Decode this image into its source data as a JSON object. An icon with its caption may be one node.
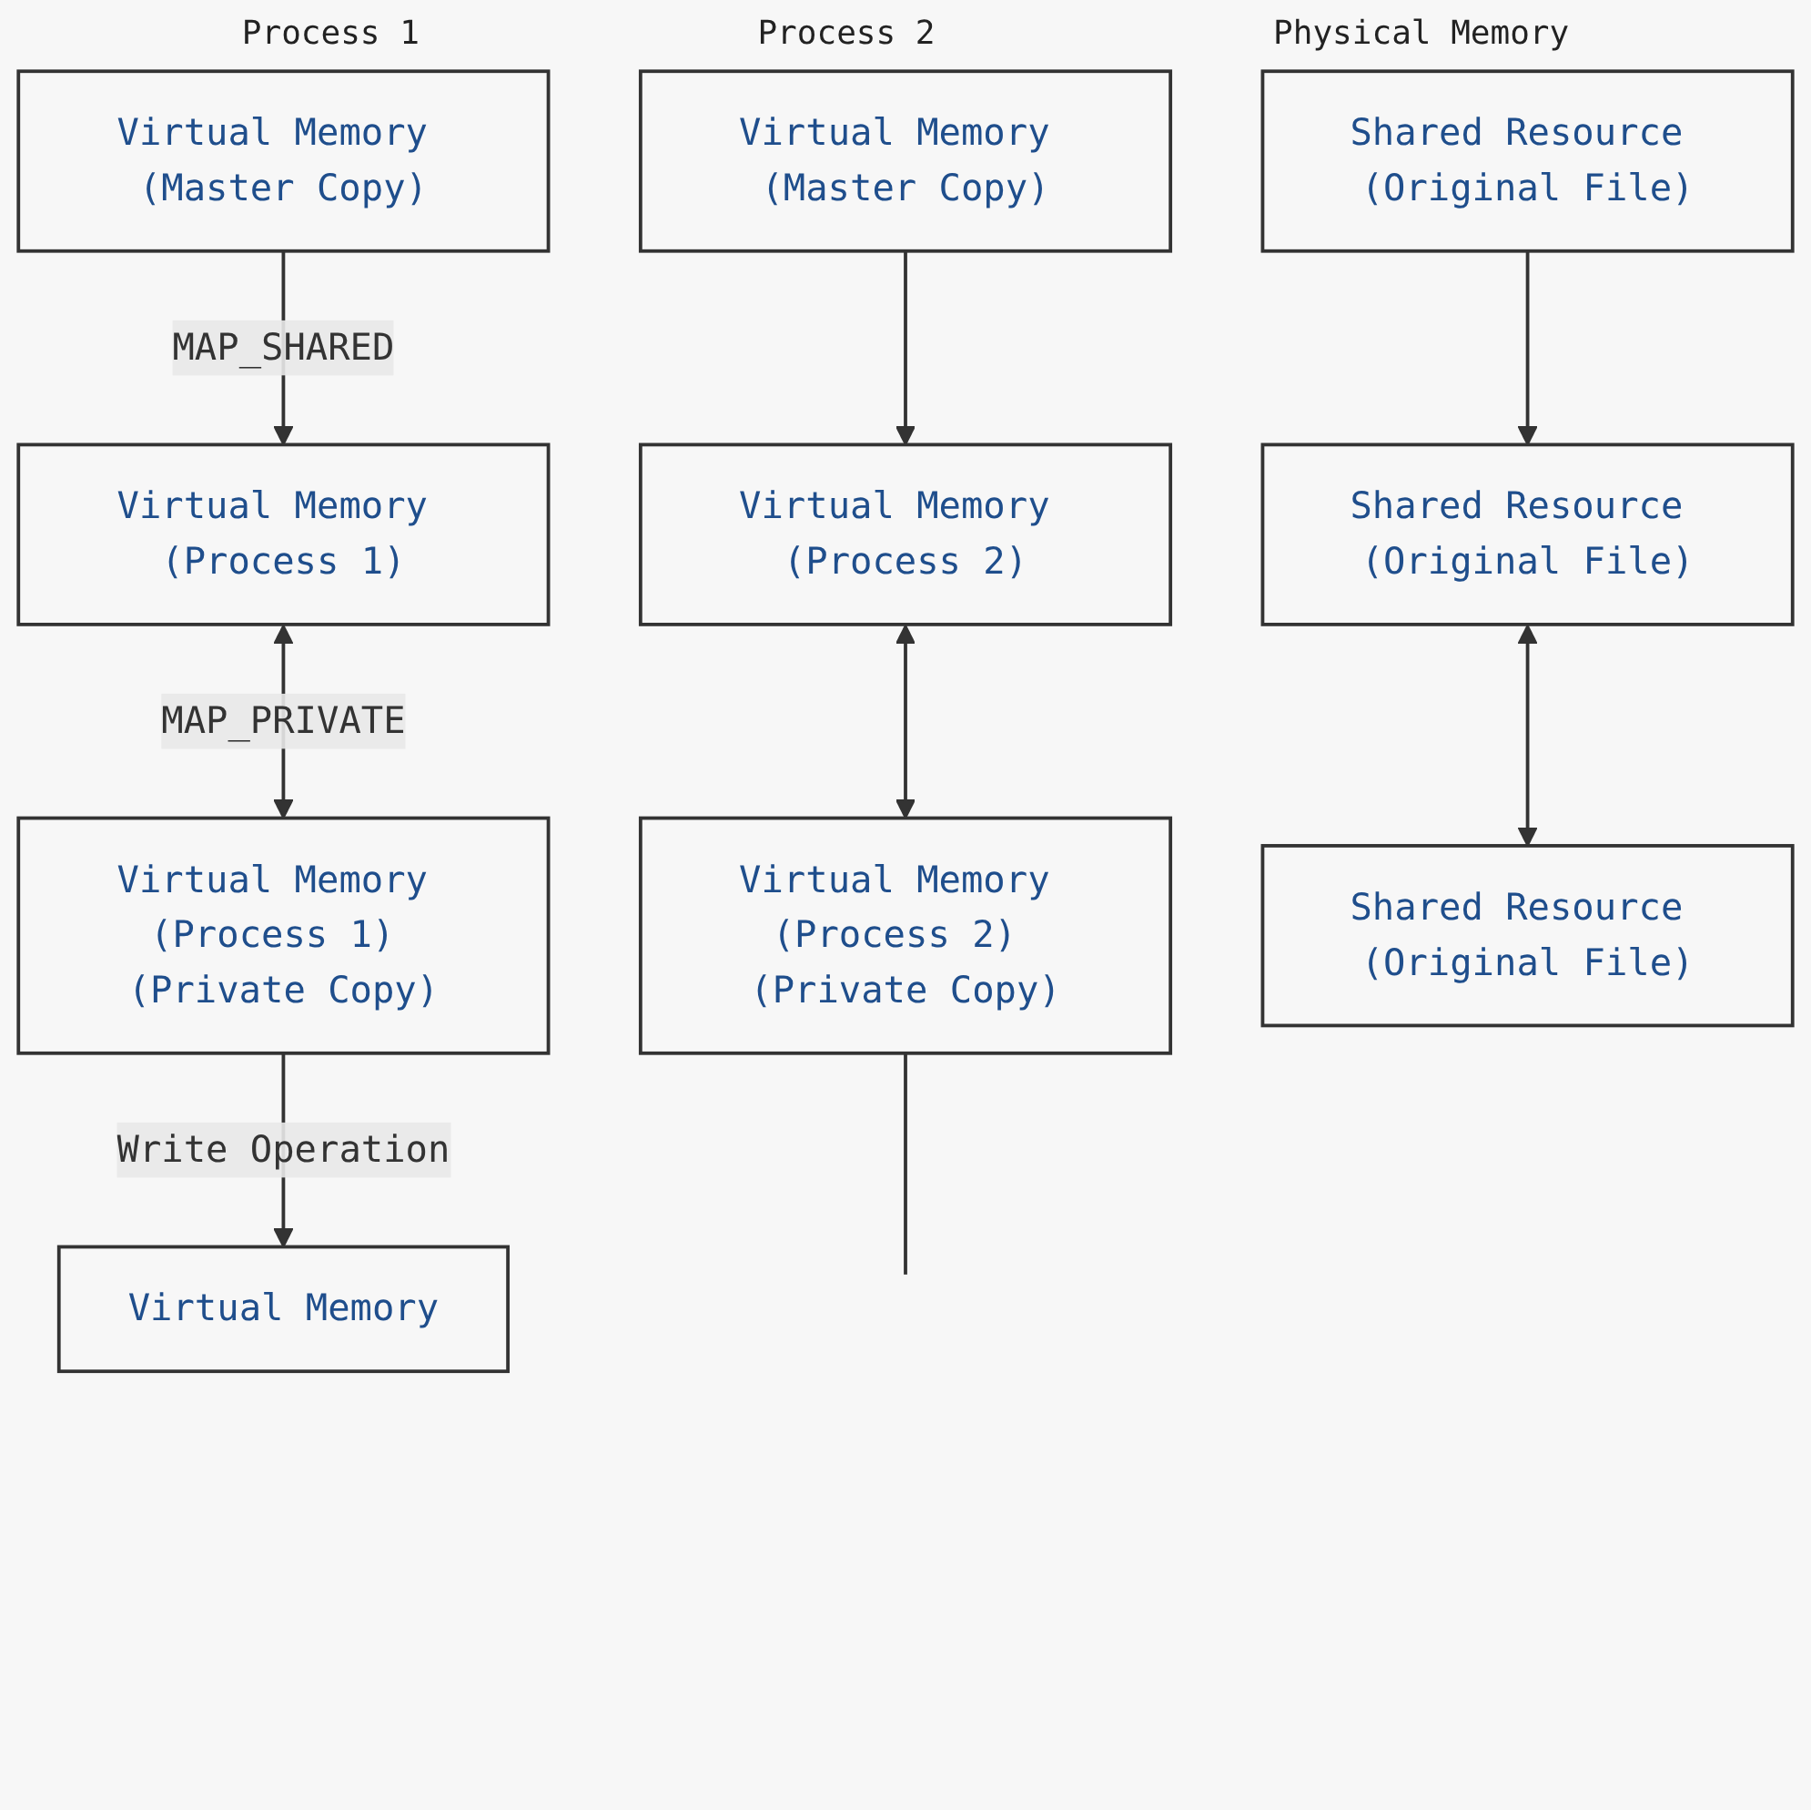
{
  "diagram": {
    "nodes": [
      {
        "text": [
          "Virtual Memory (Master Copy)"
        ]
      },
      {
        "text": [
          "Virtual Memory (Master Copy)"
        ]
      },
      {
        "text": [
          "Shared Resource (Original File)"
        ]
      },
      {
        "text": [
          "Virtual Memory (Process 1)"
        ]
      },
      {
        "text": [
          "Virtual Memory (Process 2)"
        ]
      },
      {
        "text": [
          "Shared Resource (Original File)"
        ]
      },
      {
        "text": [
          "Virtual Memory (Process 1) (Private Copy)"
        ]
      },
      {
        "text": [
          "Virtual Memory (Process 2) (Private Copy)"
        ]
      },
      {
        "text": [
          "Shared Resource (Original File)"
        ]
      },
      {
        "text": [
          "Virtual Memory"
        ]
      }
    ],
    "edges": [
      {
        "from": 0,
        "to": 3,
        "arrow": "to",
        "label": "MAP_SHARED"
      },
      {
        "from": 1,
        "to": 4,
        "arrow": "to"
      },
      {
        "from": 2,
        "to": 5,
        "arrow": "to"
      },
      {
        "from": 3,
        "to": 6,
        "arrow": "both",
        "label": "MAP_PRIVATE"
      },
      {
        "from": 4,
        "to": 7,
        "arrow": "both"
      },
      {
        "from": 5,
        "to": 8,
        "arrow": "both"
      },
      {
        "from": 6,
        "to": 9,
        "arrow": "to",
        "label": "Write Operation"
      },
      {
        "from": 7,
        "to": null,
        "arrow": "none"
      }
    ],
    "labels": [
      "Process 1",
      "Process 2",
      "Physical Memory"
    ]
  }
}
